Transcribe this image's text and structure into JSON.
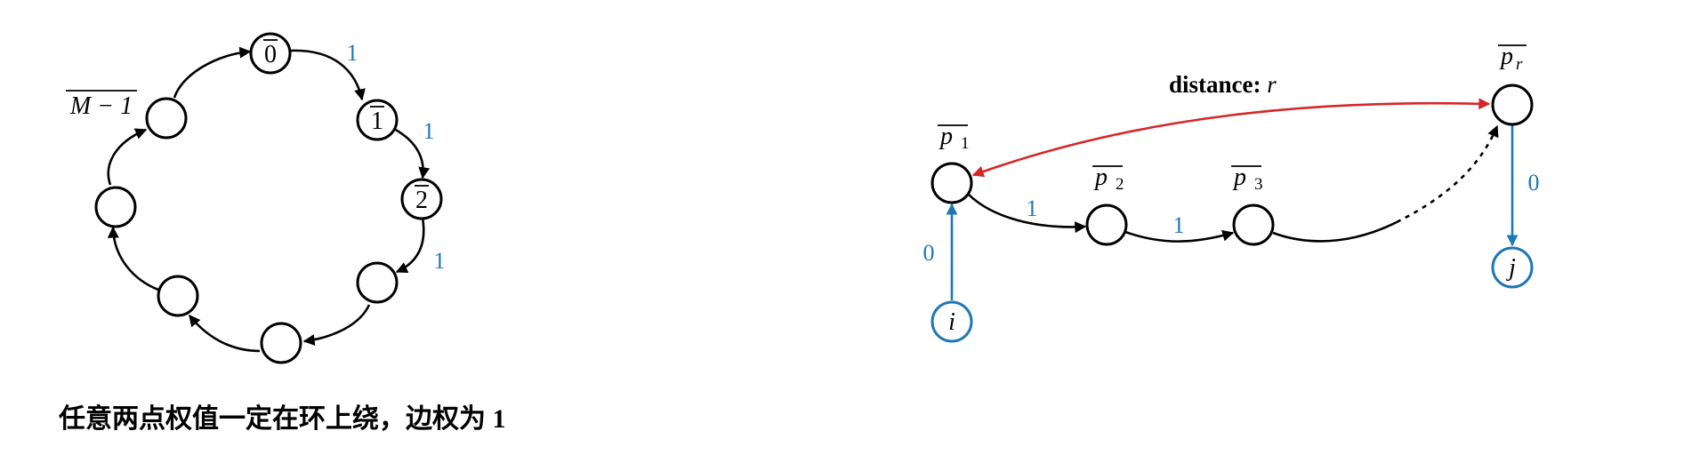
{
  "left_diagram": {
    "caption": "任意两点权值一定在环上绕，边权为 1",
    "nodes": [
      {
        "id": "0",
        "label": "0",
        "overline": true
      },
      {
        "id": "1",
        "label": "1",
        "overline": true
      },
      {
        "id": "2",
        "label": "2",
        "overline": true
      },
      {
        "id": "n3",
        "label": ""
      },
      {
        "id": "n4",
        "label": ""
      },
      {
        "id": "n5",
        "label": ""
      },
      {
        "id": "n6",
        "label": ""
      },
      {
        "id": "M-1",
        "label": "M − 1",
        "overline": true
      }
    ],
    "edges": [
      {
        "from": "0",
        "to": "1",
        "weight": "1"
      },
      {
        "from": "1",
        "to": "2",
        "weight": "1"
      },
      {
        "from": "2",
        "to": "n3",
        "weight": "1"
      },
      {
        "from": "n3",
        "to": "n4"
      },
      {
        "from": "n4",
        "to": "n5"
      },
      {
        "from": "n5",
        "to": "n6"
      },
      {
        "from": "n6",
        "to": "M-1"
      },
      {
        "from": "M-1",
        "to": "0"
      }
    ]
  },
  "right_diagram": {
    "nodes": {
      "p1": {
        "base": "p",
        "sub": "1"
      },
      "p2": {
        "base": "p",
        "sub": "2"
      },
      "p3": {
        "base": "p",
        "sub": "3"
      },
      "pr": {
        "base": "p",
        "sub": "r"
      },
      "i": {
        "label": "i"
      },
      "j": {
        "label": "j"
      }
    },
    "edges": [
      {
        "from": "i",
        "to": "p1",
        "weight": "0",
        "color": "#1f77b4"
      },
      {
        "from": "p1",
        "to": "p2",
        "weight": "1"
      },
      {
        "from": "p2",
        "to": "p3",
        "weight": "1"
      },
      {
        "from": "p3",
        "to": "pr",
        "style": "partly dashed"
      },
      {
        "from": "pr",
        "to": "j",
        "weight": "0",
        "color": "#1f77b4"
      },
      {
        "from": "pr",
        "to": "p1",
        "color": "#d62728",
        "bidirectional": true
      }
    ],
    "distance_label": {
      "prefix": "distance: ",
      "var": "r"
    }
  },
  "colors": {
    "node_stroke": "#000000",
    "weight": "#1f77b4",
    "distance": "#d62728"
  }
}
